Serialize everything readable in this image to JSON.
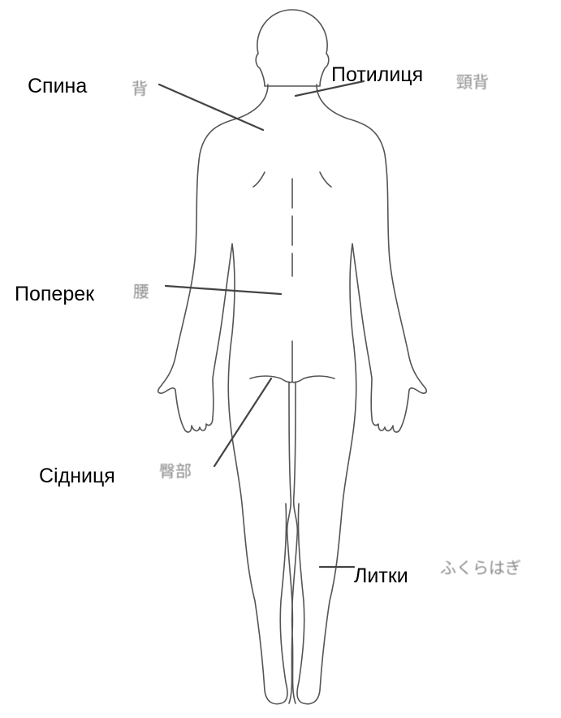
{
  "labels": {
    "back": {
      "uk": "Спина",
      "jp": "背"
    },
    "nape": {
      "uk": "Потилиця",
      "jp": "頸背"
    },
    "lower_back": {
      "uk": "Поперек",
      "jp": "腰"
    },
    "buttocks": {
      "uk": "Сідниця",
      "jp": "臀部"
    },
    "calves": {
      "uk": "Литки",
      "jp": "ふくらはぎ"
    }
  },
  "colors": {
    "outline": "#555555",
    "leader": "#444444",
    "label": "#000000",
    "jp_text": "#8a8a8a"
  }
}
